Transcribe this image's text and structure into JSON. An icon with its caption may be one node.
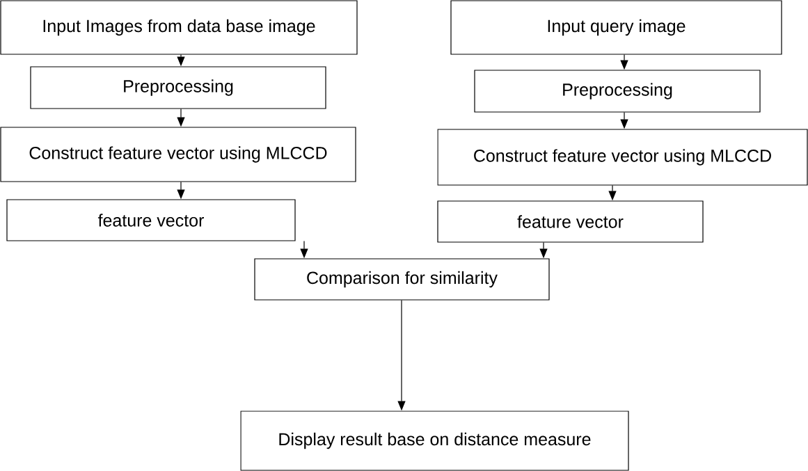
{
  "diagram": {
    "nodes": [
      {
        "text": [
          "Input Images from data base image"
        ]
      },
      {
        "text": [
          "Input query image"
        ]
      },
      {
        "text": [
          "Preprocessing"
        ]
      },
      {
        "text": [
          "Preprocessing"
        ]
      },
      {
        "text": [
          "Construct feature vector using MLCCD"
        ]
      },
      {
        "text": [
          "Construct feature vector using MLCCD"
        ]
      },
      {
        "text": [
          "feature vector"
        ]
      },
      {
        "text": [
          "feature vector"
        ]
      },
      {
        "text": [
          "Comparison for similarity"
        ]
      },
      {
        "text": [
          "Display result base on distance measure"
        ]
      }
    ],
    "edges": [
      {
        "from": 0,
        "to": 2,
        "arrow": "to"
      },
      {
        "from": 1,
        "to": 3,
        "arrow": "to"
      },
      {
        "from": 2,
        "to": 4,
        "arrow": "to"
      },
      {
        "from": 3,
        "to": 5,
        "arrow": "to"
      },
      {
        "from": 4,
        "to": 6,
        "arrow": "to"
      },
      {
        "from": 5,
        "to": 7,
        "arrow": "to"
      },
      {
        "from": 6,
        "to": 8,
        "arrow": "to"
      },
      {
        "from": 7,
        "to": 8,
        "arrow": "to"
      },
      {
        "from": 8,
        "to": 9,
        "arrow": "to"
      }
    ]
  }
}
